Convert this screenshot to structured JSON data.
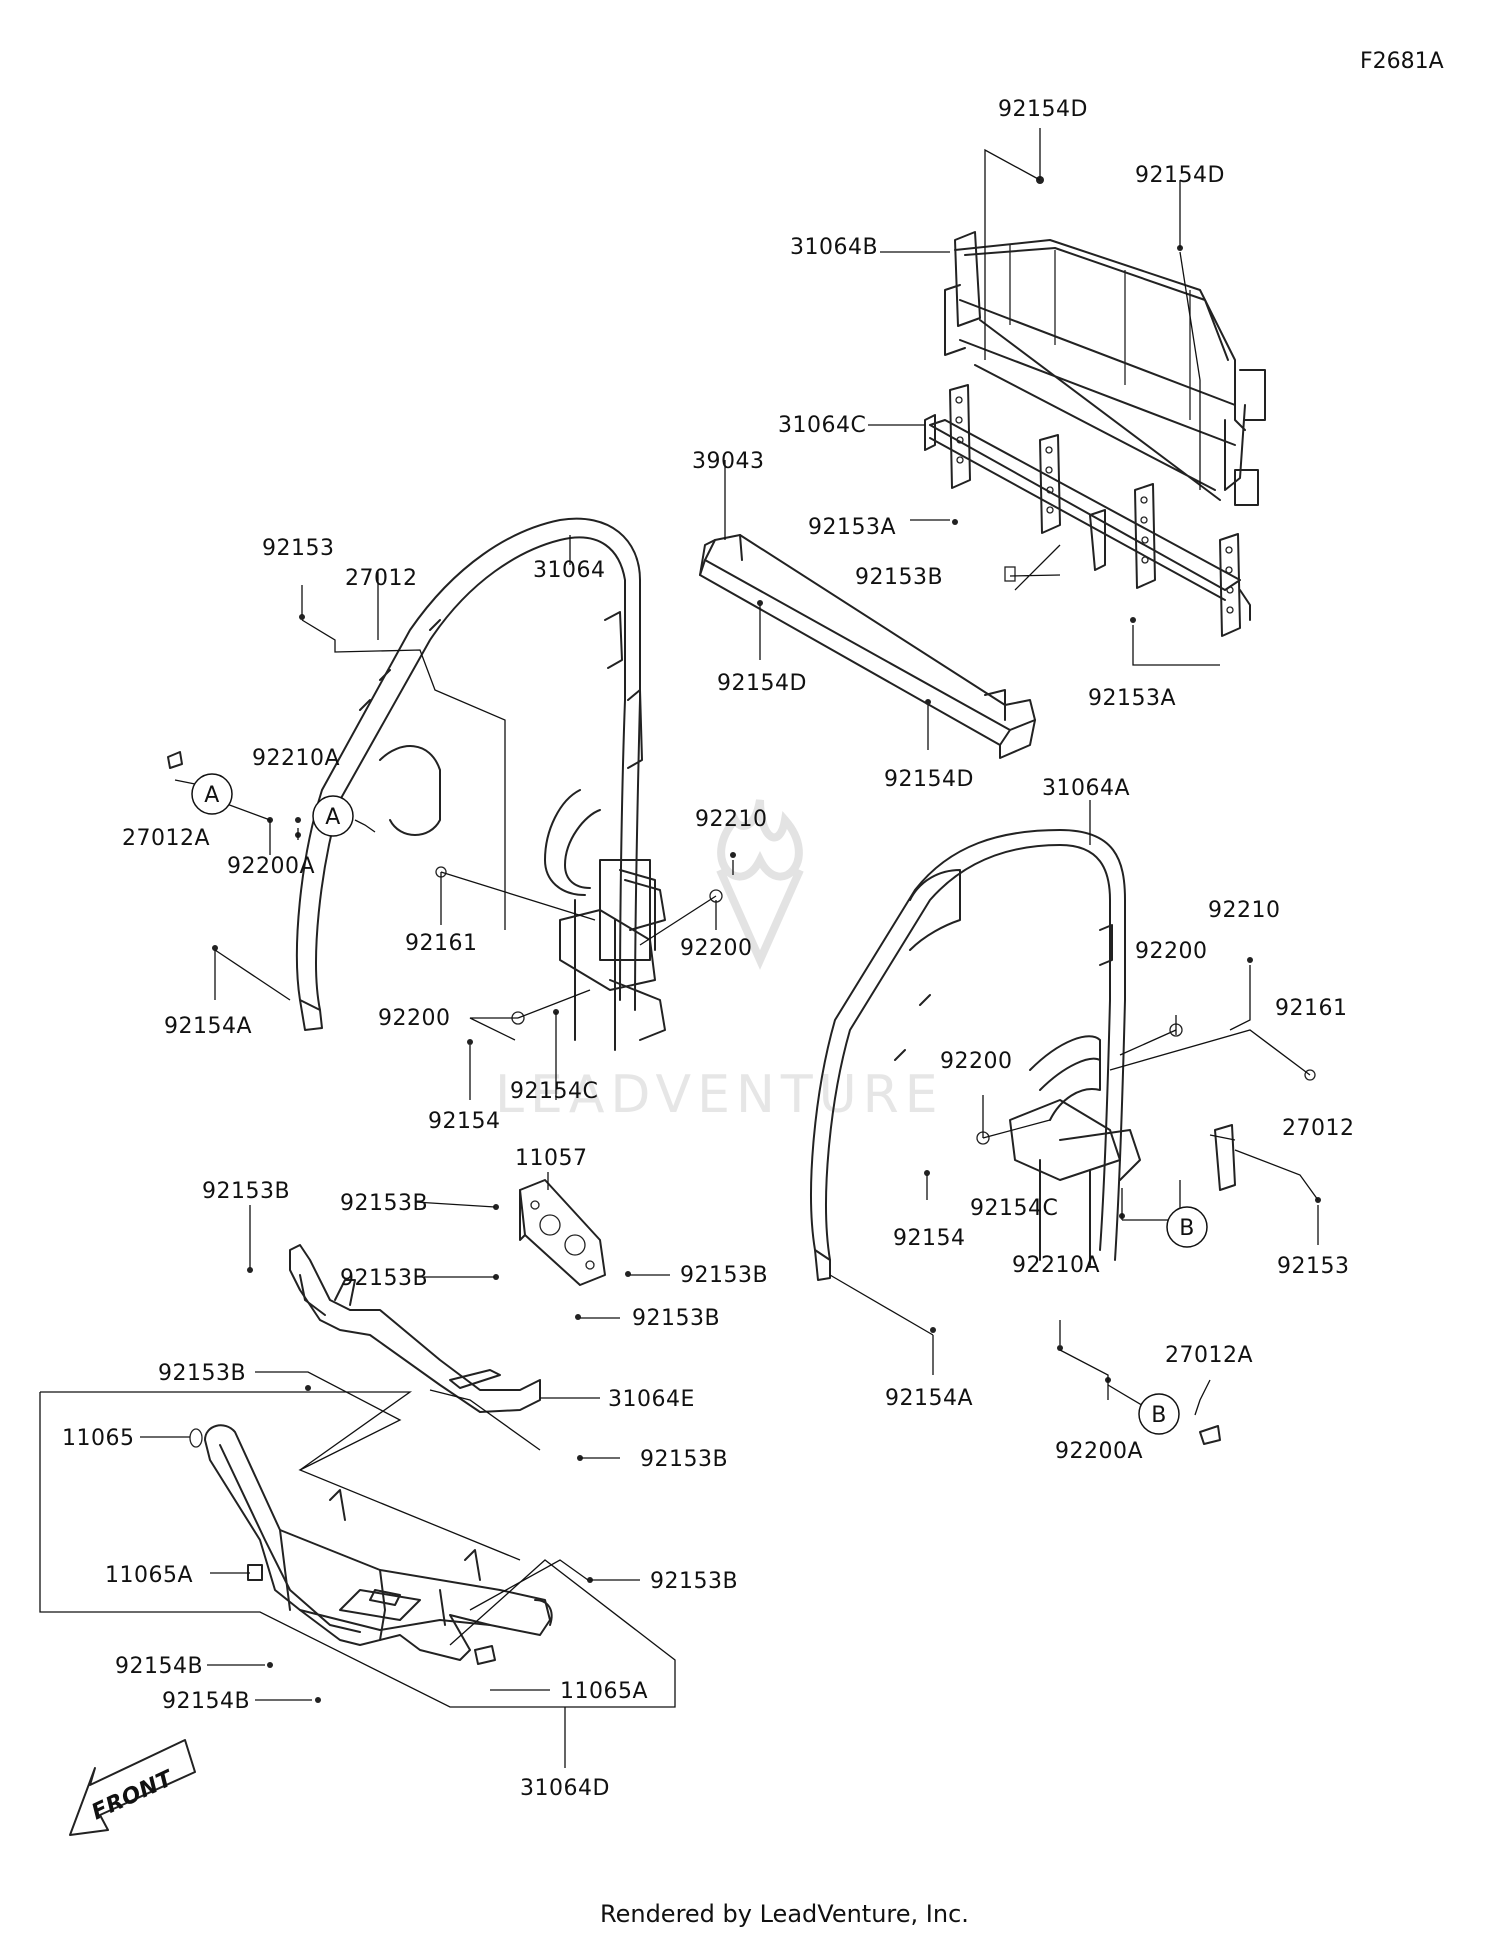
{
  "figure_code": "F2681A",
  "footer": "Rendered by LeadVenture, Inc.",
  "watermark": "LEADVENTURE",
  "front_label": "FRONT",
  "callouts": {
    "a": "A",
    "b": "B"
  },
  "labels": {
    "p92154D_top": "92154D",
    "p92154D_right": "92154D",
    "p31064B": "31064B",
    "p31064C": "31064C",
    "p39043": "39043",
    "p92153A_left": "92153A",
    "p92153B_mid": "92153B",
    "p92154D_bar": "92154D",
    "p92153A_right": "92153A",
    "p92154D_bottom": "92154D",
    "p92153_left": "92153",
    "p27012_left": "27012",
    "p31064": "31064",
    "p92210A_left": "92210A",
    "p27012A_left": "27012A",
    "p92200A_left": "92200A",
    "p92161_left": "92161",
    "p92210_left": "92210",
    "p92200_left_r": "92200",
    "p92154A_left": "92154A",
    "p92200_left_l": "92200",
    "p92154C_left": "92154C",
    "p92154_left": "92154",
    "p31064A": "31064A",
    "p92210_right": "92210",
    "p92200_right_t": "92200",
    "p92161_right": "92161",
    "p92200_right_m": "92200",
    "p27012_right": "27012",
    "p92154C_right": "92154C",
    "p92154_right": "92154",
    "p92153_right": "92153",
    "p92210A_right": "92210A",
    "p92154A_right": "92154A",
    "p27012A_right": "27012A",
    "p92200A_right": "92200A",
    "p11057": "11057",
    "p92153B_a": "92153B",
    "p92153B_b": "92153B",
    "p92153B_c": "92153B",
    "p92153B_d": "92153B",
    "p92153B_e": "92153B",
    "p92153B_f": "92153B",
    "p31064E": "31064E",
    "p92153B_g": "92153B",
    "p92153B_h": "92153B",
    "p11065": "11065",
    "p11065A_left": "11065A",
    "p92154B_a": "92154B",
    "p92154B_b": "92154B",
    "p11065A_right": "11065A",
    "p31064D": "31064D"
  }
}
